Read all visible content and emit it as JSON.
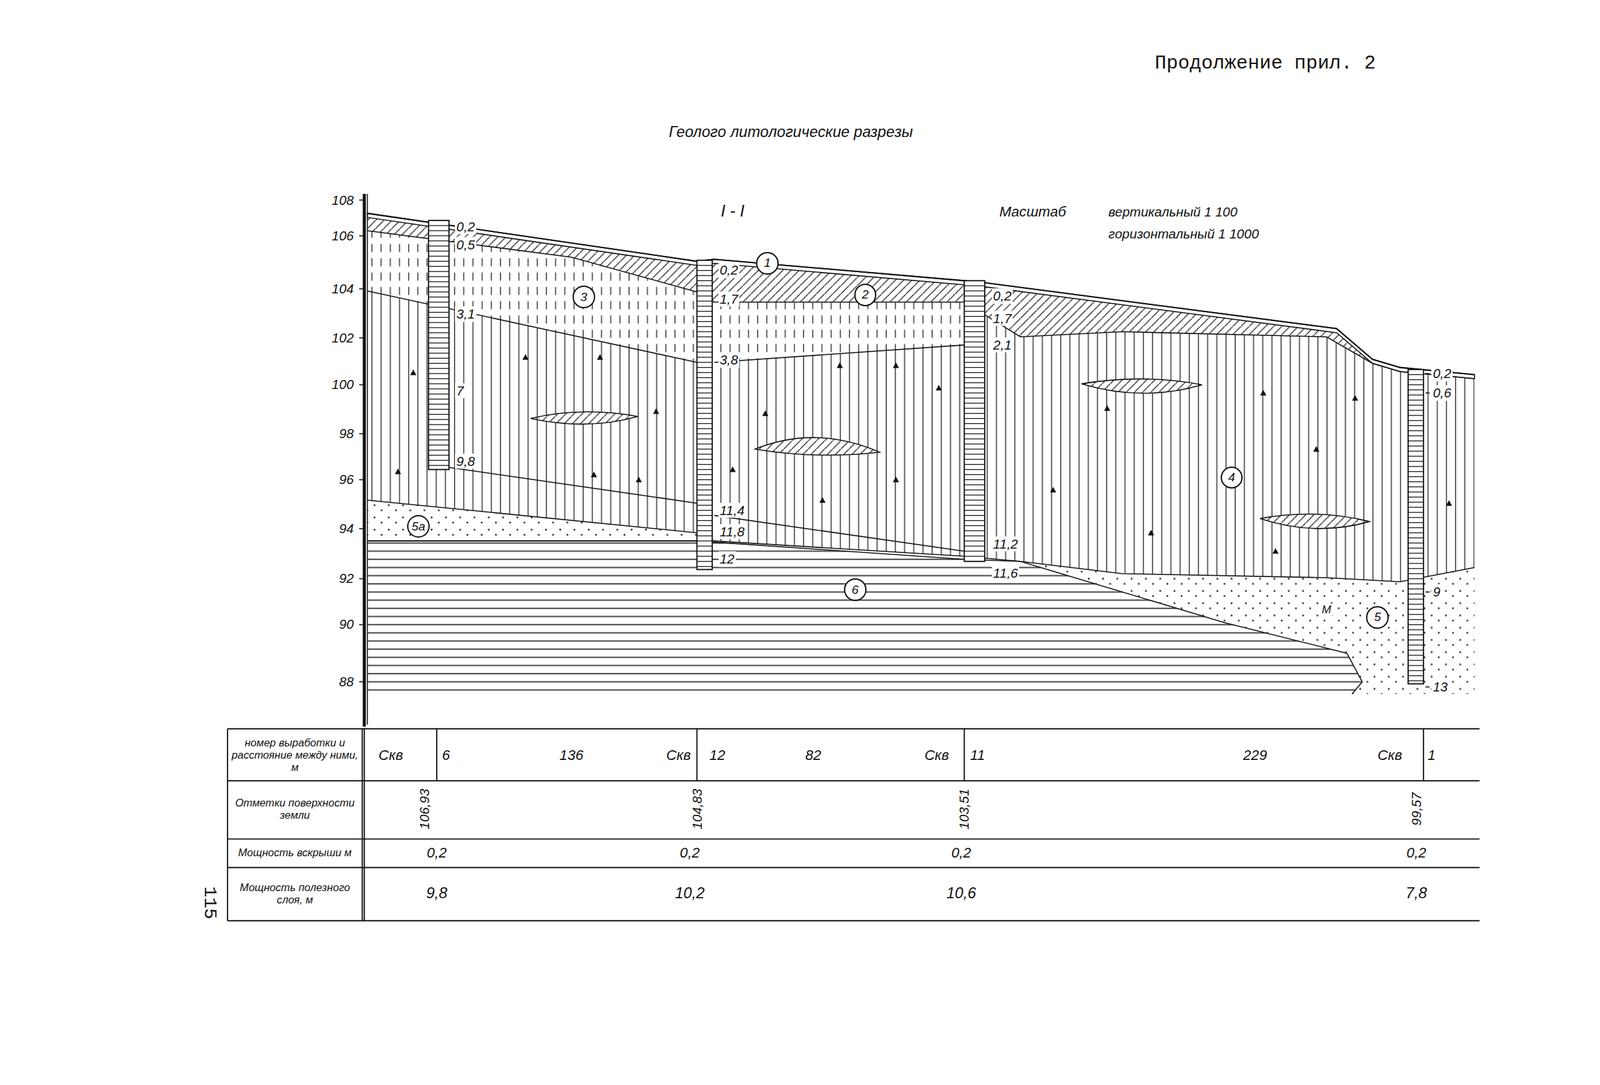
{
  "diagram": {
    "title": "Геолого литологические разрезы",
    "nodes": [
      {
        "text": [
          "1"
        ]
      },
      {
        "text": [
          "2"
        ]
      },
      {
        "text": [
          "3"
        ]
      },
      {
        "text": [
          "4"
        ]
      },
      {
        "text": [
          "5а"
        ]
      },
      {
        "text": [
          "5"
        ]
      },
      {
        "text": [
          "6"
        ]
      }
    ],
    "labels": [
      "Продолжение прил. 2",
      "I - I",
      "Масштаб",
      "вертикальный 1 100",
      "горизонтальный 1 1000",
      "108",
      "106",
      "104",
      "102",
      "100",
      "98",
      "96",
      "94",
      "92",
      "90",
      "88",
      "0,2",
      "0,5",
      "3,1",
      "7",
      "9,8",
      "0,2",
      "1,7",
      "3,8",
      "11,4",
      "11,8",
      "12",
      "0,2",
      "1,7",
      "2,1",
      "11,2",
      "11,6",
      "0,2",
      "0,6",
      "9",
      "13",
      "М",
      "номер выработки и расстояние между ними, м",
      "Отметки поверхности земли",
      "Мощность вскрыши м",
      "Мощность полезного слоя, м",
      "Скв",
      "6",
      "136",
      "Скв",
      "12",
      "82",
      "Скв",
      "11",
      "229",
      "Скв",
      "1",
      "106,93",
      "104,83",
      "103,51",
      "99,57",
      "0,2",
      "0,2",
      "0,2",
      "0,2",
      "9,8",
      "10,2",
      "10,6",
      "7,8",
      "115"
    ]
  }
}
